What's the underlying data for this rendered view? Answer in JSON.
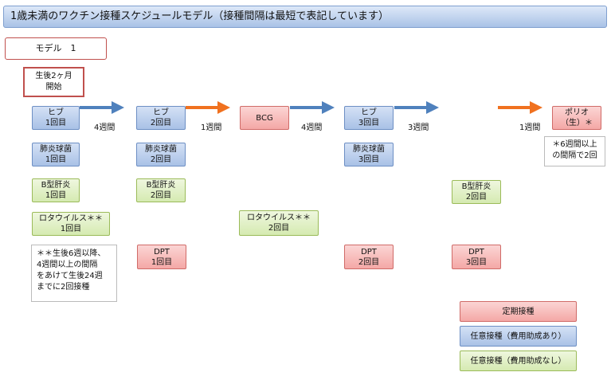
{
  "title": "1歳未満のワクチン接種スケジュールモデル（接種間隔は最短で表記しています）",
  "model_label": "モデル　1",
  "start": {
    "line1": "生後2ヶ月",
    "line2": "開始"
  },
  "intervals": [
    "4週間",
    "1週間",
    "4週間",
    "3週間",
    "1週間"
  ],
  "vaccines": {
    "hib1": {
      "name": "ヒブ",
      "dose": "1回目"
    },
    "hib2": {
      "name": "ヒブ",
      "dose": "2回目"
    },
    "bcg": {
      "name": "BCG"
    },
    "hib3": {
      "name": "ヒブ",
      "dose": "3回目"
    },
    "polio": {
      "name": "ポリオ",
      "dose": "（生）＊"
    },
    "pneumo1": {
      "name": "肺炎球菌",
      "dose": "1回目"
    },
    "pneumo2": {
      "name": "肺炎球菌",
      "dose": "2回目"
    },
    "pneumo3": {
      "name": "肺炎球菌",
      "dose": "3回目"
    },
    "hepb1": {
      "name": "B型肝炎",
      "dose": "1回目"
    },
    "hepb2": {
      "name": "B型肝炎",
      "dose": "2回目"
    },
    "hepb3": {
      "name": "B型肝炎",
      "dose": "2回目"
    },
    "rota1": {
      "name": "ロタウイルス＊＊",
      "dose": "1回目"
    },
    "rota2": {
      "name": "ロタウイルス＊＊",
      "dose": "2回目"
    },
    "dpt1": {
      "name": "DPT",
      "dose": "1回目"
    },
    "dpt2": {
      "name": "DPT",
      "dose": "2回目"
    },
    "dpt3": {
      "name": "DPT",
      "dose": "3回目"
    }
  },
  "notes": {
    "polio": [
      "＊6週間以上",
      "の間隔で2回"
    ],
    "rota": [
      "＊＊生後6週以降、",
      "4週間以上の間隔",
      "をあけて生後24週",
      "までに2回接種"
    ]
  },
  "legend": {
    "regular": "定期接種",
    "optional_subsidized": "任意接種（費用助成あり）",
    "optional_unsubsidized": "任意接種（費用助成なし）"
  },
  "colors": {
    "blue_arrow": "#4f81bd",
    "orange_arrow": "#f0711f",
    "regular": "#f4a8a6",
    "optional_subsidized": "#a9c1e6",
    "optional_unsubsidized": "#d5eab1"
  }
}
